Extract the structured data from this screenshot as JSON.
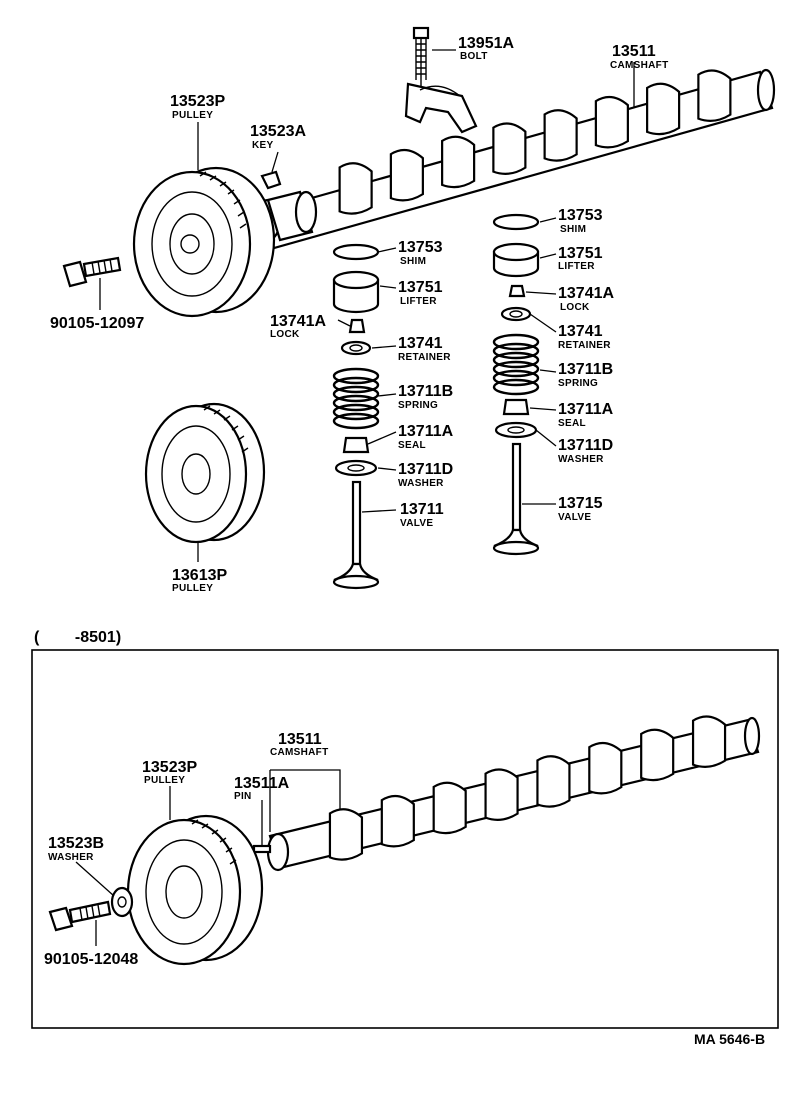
{
  "diagram": {
    "id_code": "MA 5646-B",
    "inset_label": "(        -8501)",
    "callouts": {
      "bolt": {
        "number": "13951A",
        "name": "BOLT"
      },
      "camshaft": {
        "number": "13511",
        "name": "CAMSHAFT"
      },
      "pulley": {
        "number": "13523P",
        "name": "PULLEY"
      },
      "key": {
        "number": "13523A",
        "name": "KEY"
      },
      "bolt_main": {
        "number": "90105-12097"
      },
      "shim_left": {
        "number": "13753",
        "name": "SHIM"
      },
      "lifter_left": {
        "number": "13751",
        "name": "LIFTER"
      },
      "lock_left": {
        "number": "13741A",
        "name": "LOCK"
      },
      "retainer_left": {
        "number": "13741",
        "name": "RETAINER"
      },
      "spring_left": {
        "number": "13711B",
        "name": "SPRING"
      },
      "seal_left": {
        "number": "13711A",
        "name": "SEAL"
      },
      "washer_left": {
        "number": "13711D",
        "name": "WASHER"
      },
      "valve_left": {
        "number": "13711",
        "name": "VALVE"
      },
      "shim_right": {
        "number": "13753",
        "name": "SHIM"
      },
      "lifter_right": {
        "number": "13751",
        "name": "LIFTER"
      },
      "lock_right": {
        "number": "13741A",
        "name": "LOCK"
      },
      "retainer_right": {
        "number": "13741",
        "name": "RETAINER"
      },
      "spring_right": {
        "number": "13711B",
        "name": "SPRING"
      },
      "seal_right": {
        "number": "13711A",
        "name": "SEAL"
      },
      "washer_right": {
        "number": "13711D",
        "name": "WASHER"
      },
      "valve_right": {
        "number": "13715",
        "name": "VALVE"
      },
      "pulley_lower": {
        "number": "13613P",
        "name": "PULLEY"
      },
      "inset_camshaft": {
        "number": "13511",
        "name": "CAMSHAFT"
      },
      "inset_pulley": {
        "number": "13523P",
        "name": "PULLEY"
      },
      "inset_pin": {
        "number": "13511A",
        "name": "PIN"
      },
      "inset_washer": {
        "number": "13523B",
        "name": "WASHER"
      },
      "inset_bolt": {
        "number": "90105-12048"
      }
    }
  }
}
